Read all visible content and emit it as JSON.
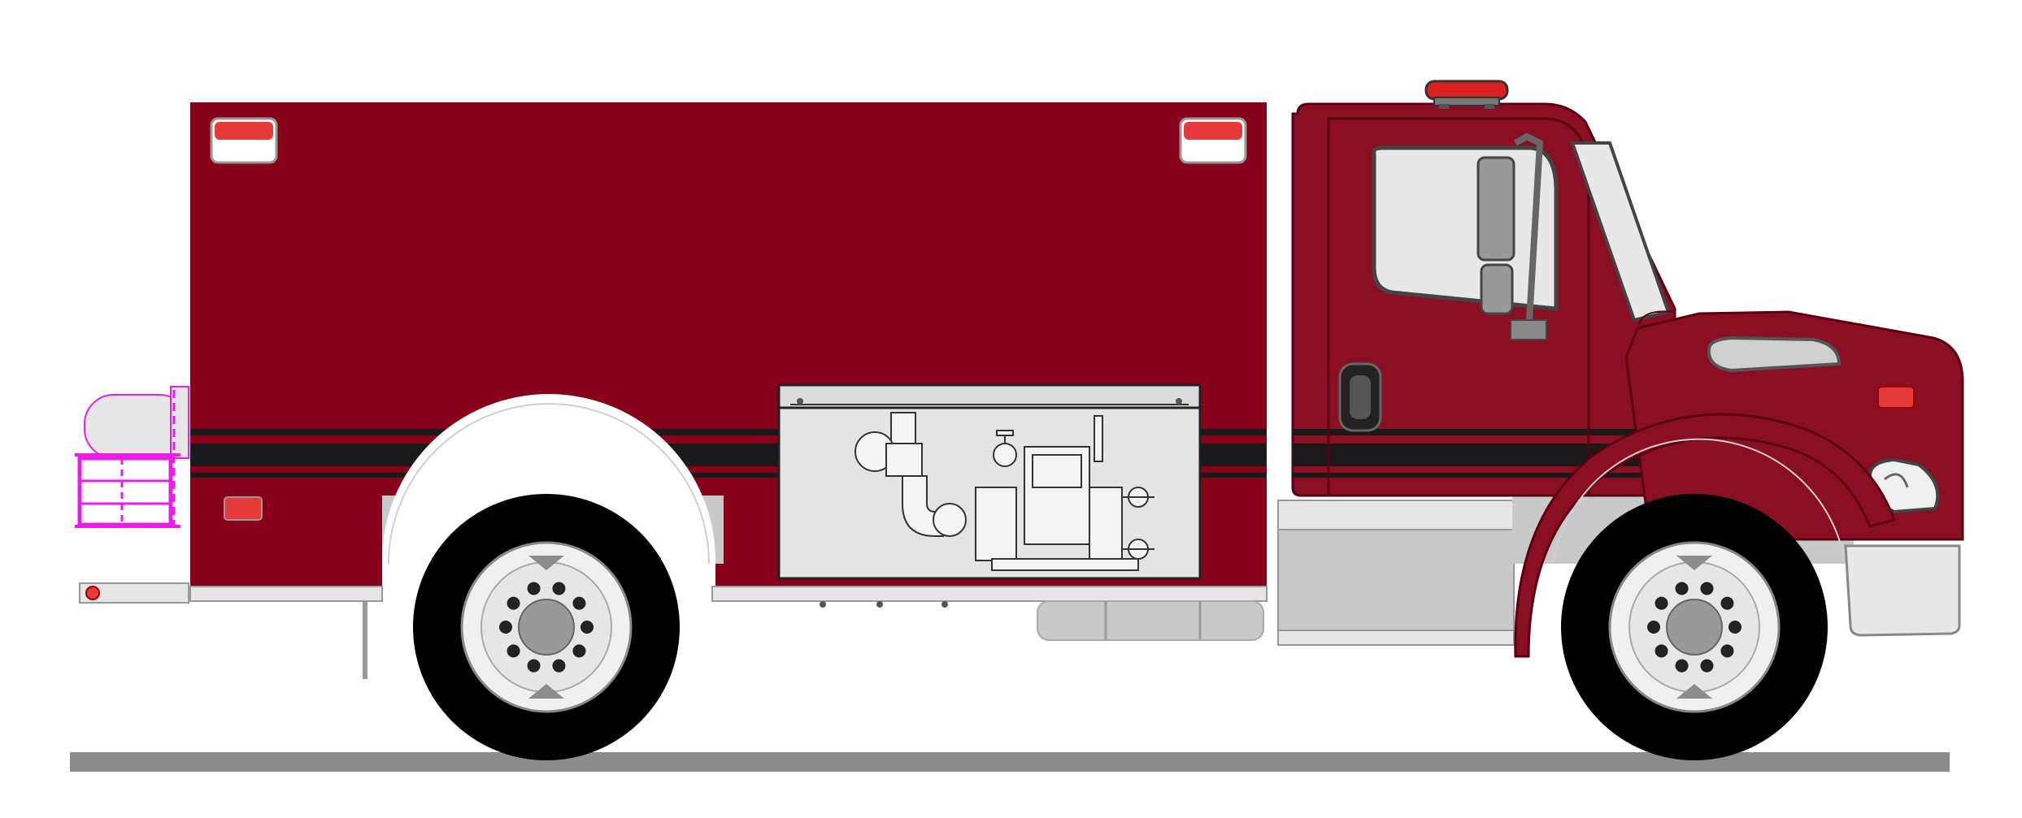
{
  "colors": {
    "background": "#ffffff",
    "body_red": "#870019",
    "cab_red": "#8a0f22",
    "stripe": "#1a1a1a",
    "light_red": "#e63a3a",
    "light_white": "#ffffff",
    "grey_panel": "#c9c9c9",
    "light_grey": "#e6e6e6",
    "tire": "#000000",
    "hub": "#999999",
    "ground": "#8c8c8c",
    "pink_hitch": "#e81ee8",
    "beacon": "#d92020",
    "outline": "#333333"
  },
  "icons": [
    "truck-body",
    "marker-light",
    "rear-wheel",
    "front-wheel",
    "cab",
    "cab-window",
    "side-mirror",
    "windshield",
    "door-handle",
    "hood",
    "headlight",
    "fender",
    "front-bumper",
    "fuel-tank",
    "step-box",
    "pump-compartment",
    "pump-valve",
    "rear-hitch",
    "emergency-beacon",
    "ground-line"
  ]
}
